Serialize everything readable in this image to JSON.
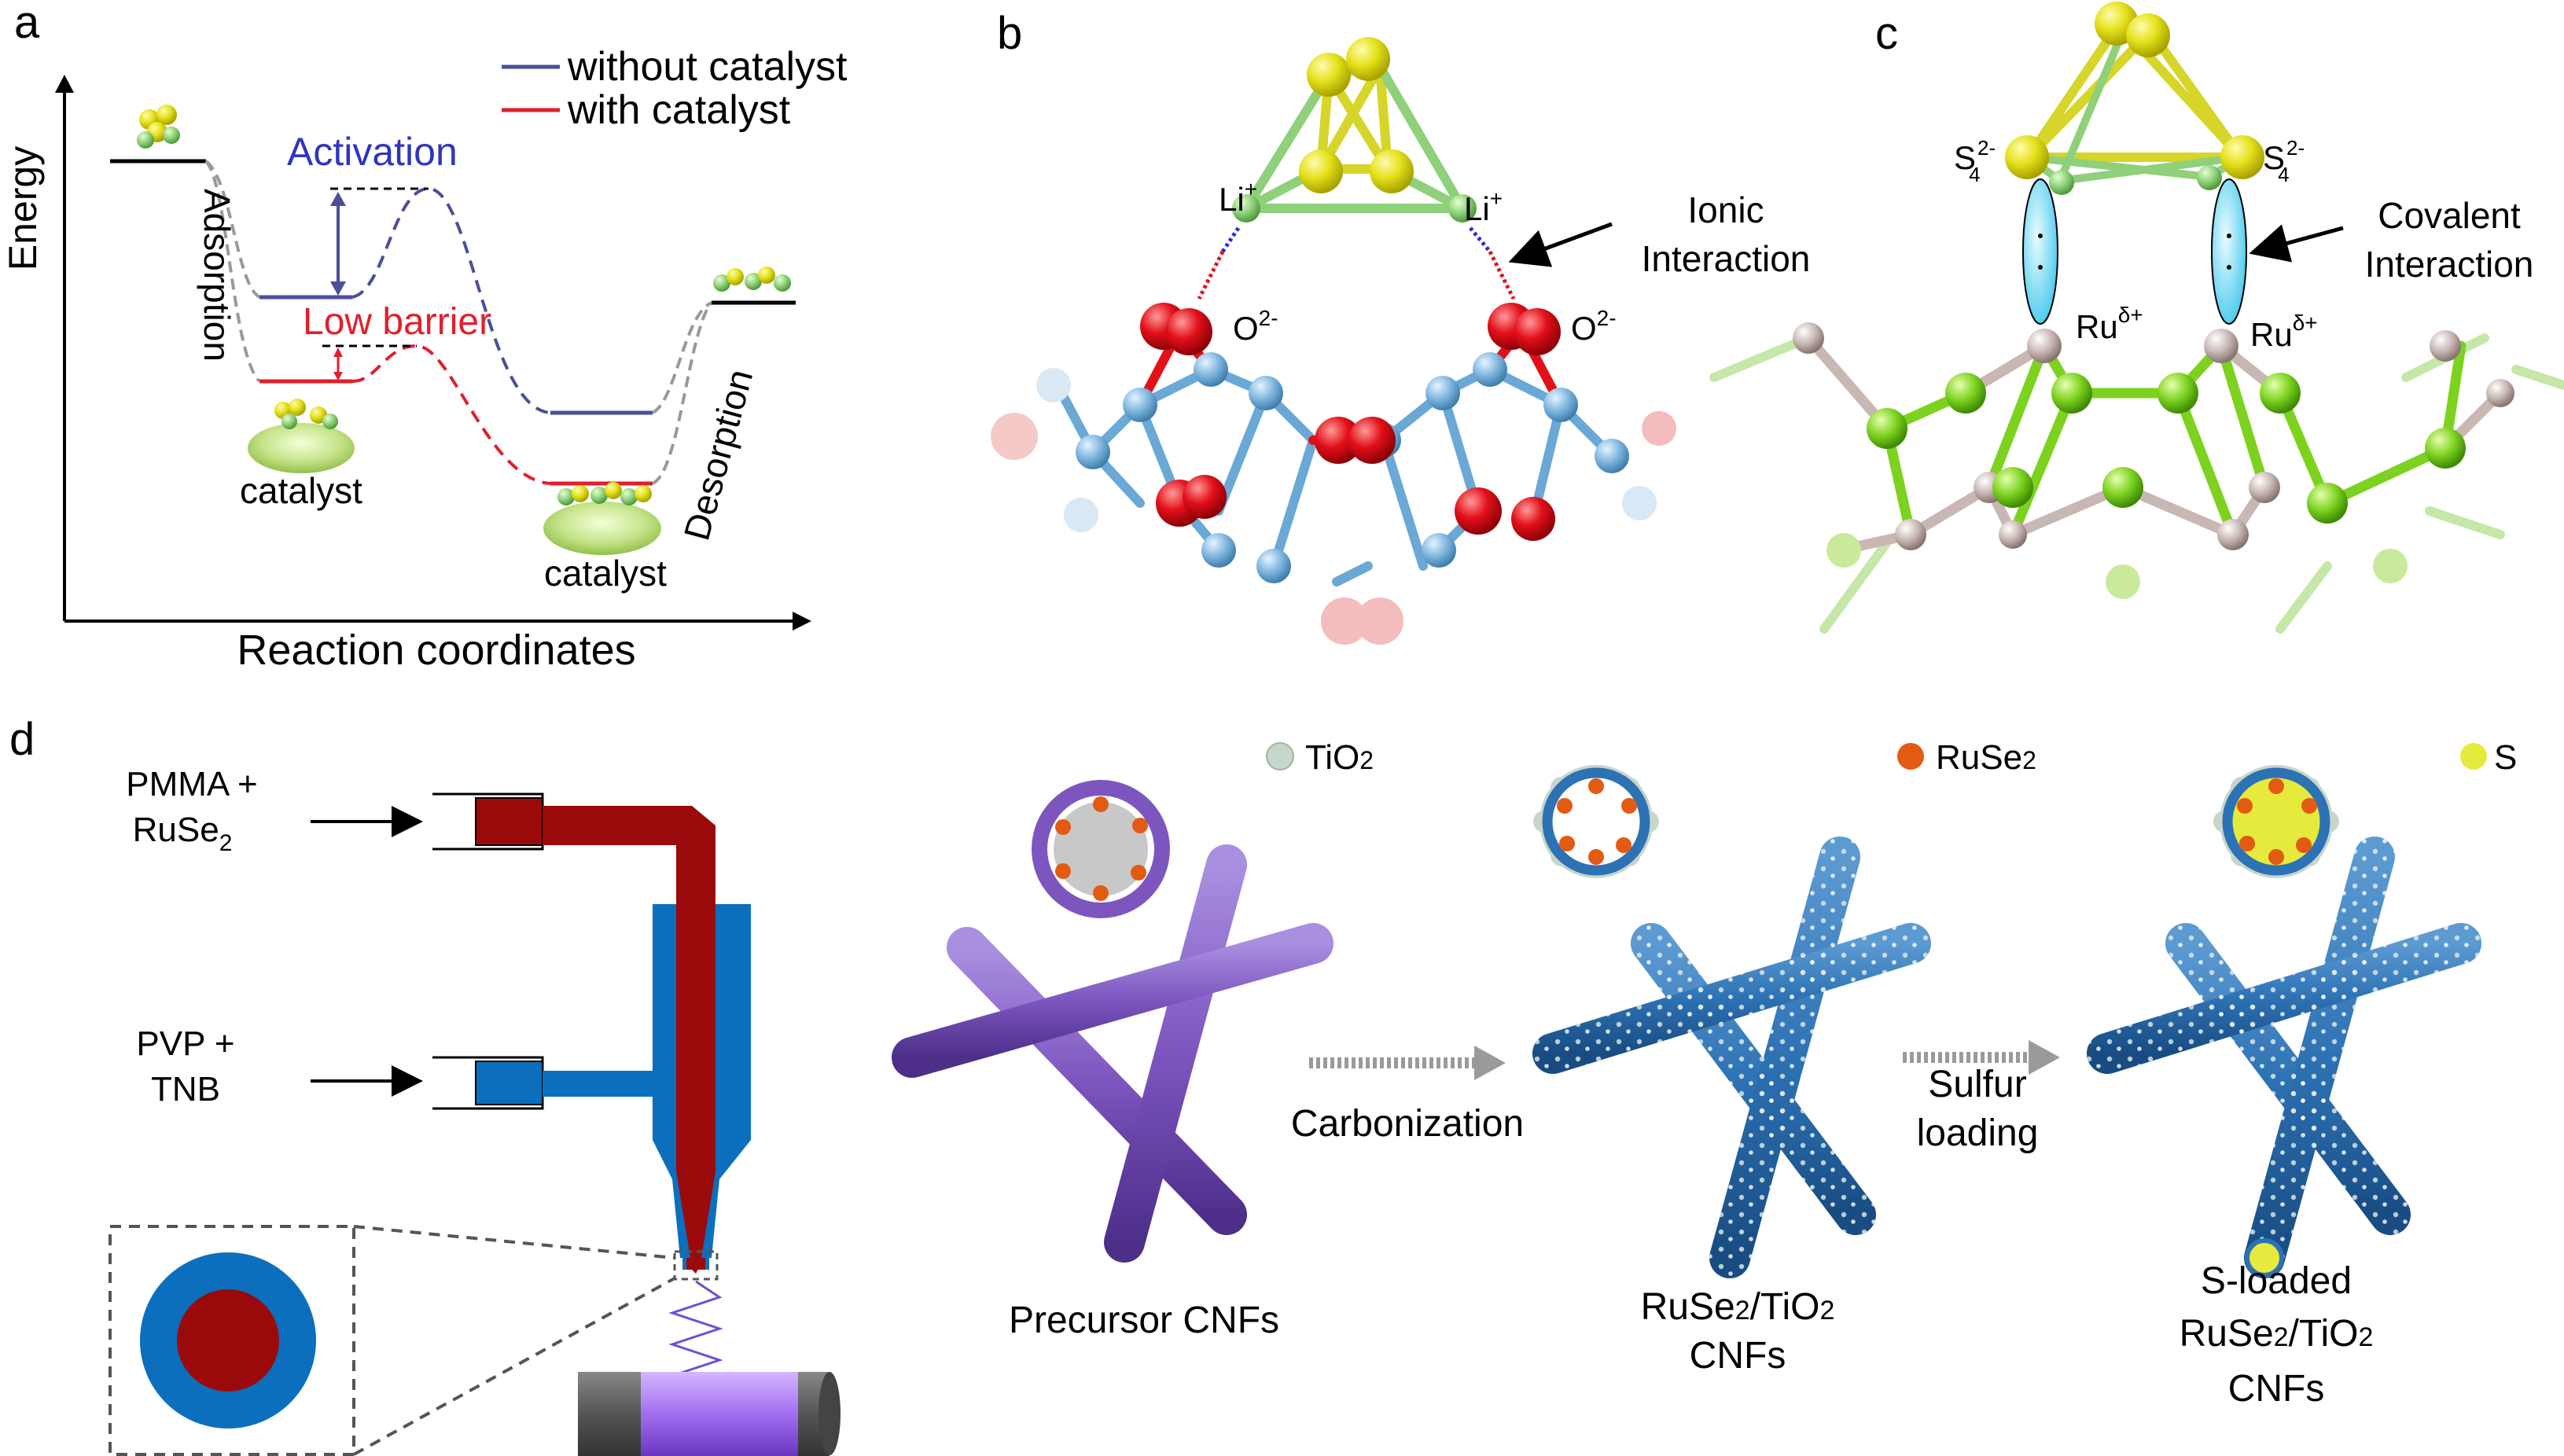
{
  "colors": {
    "without": "#4a4f9b",
    "with": "#e0202b",
    "activation": "#2f35c0",
    "lowbarrier": "#e0202b",
    "sulfur": "#e5e21c",
    "lithium": "#8fd07a",
    "oxygen": "#e3101a",
    "titanium": "#7fb6de",
    "ruthenium": "#c9b7b3",
    "selenium": "#7dd220",
    "dark_red": "#9a0a0a",
    "blue": "#0b6fbe",
    "purple": "#7d55bf",
    "fiber_blue": "#2d72b4",
    "tio2": "#c6d6c9",
    "ruse2": "#e35a12",
    "s_dot": "#e6ea3c"
  },
  "panel_a": {
    "letter": "a",
    "y_axis": "Energy",
    "x_axis": "Reaction coordinates",
    "legend": {
      "without": "without catalyst",
      "with": "with catalyst"
    },
    "activation": "Activation",
    "low_barrier": "Low barrier",
    "adsorption": "Adsorption",
    "desorption": "Desorption",
    "catalyst_1": "catalyst",
    "catalyst_2": "catalyst"
  },
  "panel_b": {
    "letter": "b",
    "li_left": "Li",
    "li_right": "Li",
    "li_charge": "+",
    "o_left": "O",
    "o_right": "O",
    "o_charge": "2-",
    "interaction": [
      "Ionic",
      "Interaction"
    ]
  },
  "panel_c": {
    "letter": "c",
    "s_left": "S",
    "s_right": "S",
    "s_sub": "4",
    "s_sup": "2-",
    "ru_left": "Ru",
    "ru_right": "Ru",
    "ru_sup": "δ+",
    "interaction": [
      "Covalent",
      "Interaction"
    ]
  },
  "panel_d": {
    "letter": "d",
    "inlet1": [
      "PMMA +",
      "RuSe",
      "2"
    ],
    "inlet2": [
      "PVP +",
      "TNB"
    ],
    "legend_tio2": [
      "TiO",
      "2"
    ],
    "legend_ruse2": [
      "RuSe",
      "2"
    ],
    "legend_s": "S",
    "step1": "Carbonization",
    "step2": [
      "Sulfur",
      "loading"
    ],
    "label_precursor": "Precursor CNFs",
    "label_ruse2": [
      "RuSe",
      "2",
      "/TiO",
      "2",
      "CNFs"
    ],
    "label_sloaded": [
      "S-loaded",
      "RuSe",
      "2",
      "/TiO",
      "2",
      "CNFs"
    ]
  }
}
